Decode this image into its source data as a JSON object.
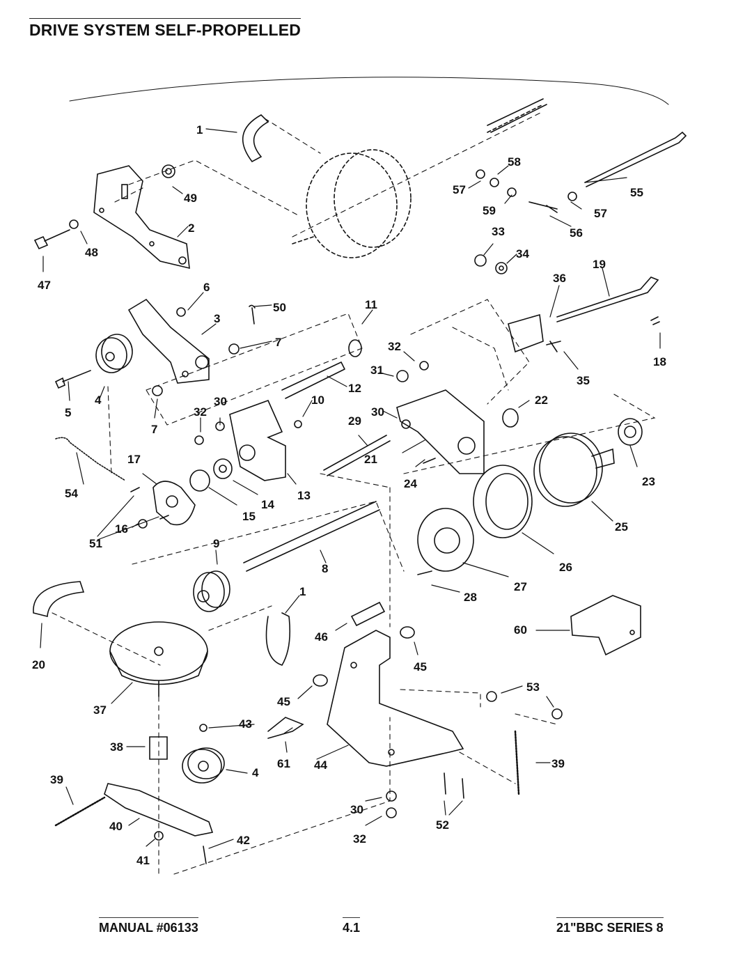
{
  "title": "DRIVE SYSTEM SELF-PROPELLED",
  "footer": {
    "manual": "MANUAL #06133",
    "page": "4.1",
    "series": "21\"BBC SERIES 8"
  },
  "callouts": [
    "1",
    "2",
    "3",
    "4",
    "5",
    "6",
    "7",
    "8",
    "9",
    "10",
    "11",
    "12",
    "13",
    "14",
    "15",
    "16",
    "17",
    "18",
    "19",
    "20",
    "21",
    "22",
    "23",
    "24",
    "25",
    "26",
    "27",
    "28",
    "29",
    "30",
    "31",
    "32",
    "33",
    "34",
    "35",
    "36",
    "37",
    "38",
    "39",
    "40",
    "41",
    "42",
    "43",
    "44",
    "45",
    "46",
    "47",
    "48",
    "49",
    "50",
    "51",
    "52",
    "53",
    "54",
    "55",
    "56",
    "57",
    "58",
    "59",
    "60",
    "61"
  ]
}
